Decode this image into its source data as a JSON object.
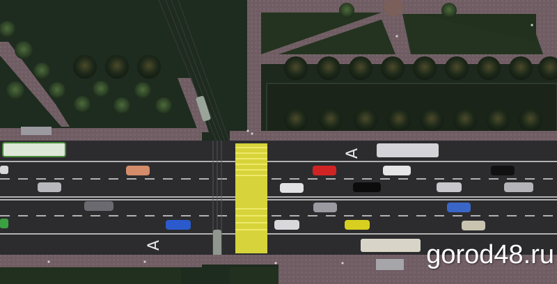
{
  "watermark": "gorod48.ru",
  "road_markings": [
    "A",
    "A"
  ],
  "colors": {
    "grass": "#1e2b1f",
    "paving": "#6e5c62",
    "asphalt": "#2b2b2e",
    "lane_line": "#dedede",
    "crossing": "#e6e23a"
  }
}
